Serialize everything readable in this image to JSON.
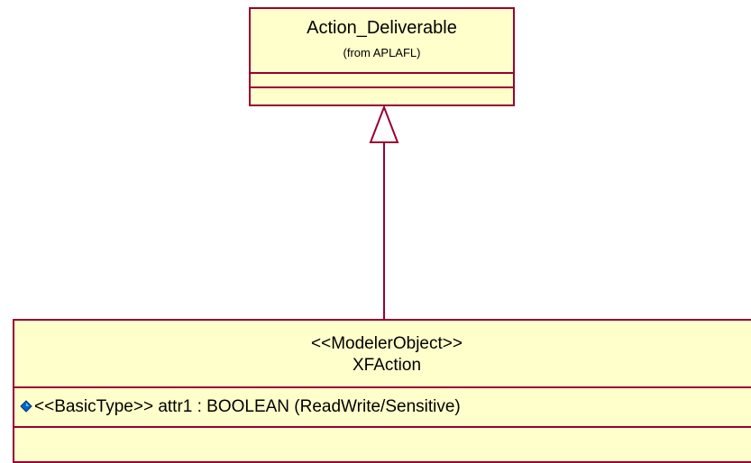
{
  "parent_class": {
    "name": "Action_Deliverable",
    "package": "(from APLAFL)"
  },
  "child_class": {
    "stereotype": "<<ModelerObject>>",
    "name": "XFAction",
    "attributes": [
      {
        "icon": "public-attribute-diamond-icon",
        "text": "<<BasicType>> attr1 : BOOLEAN (ReadWrite/Sensitive)"
      }
    ]
  },
  "colors": {
    "class_fill": "#ffffcc",
    "class_border": "#990033",
    "connector": "#990033",
    "attribute_icon": "#0066cc"
  }
}
